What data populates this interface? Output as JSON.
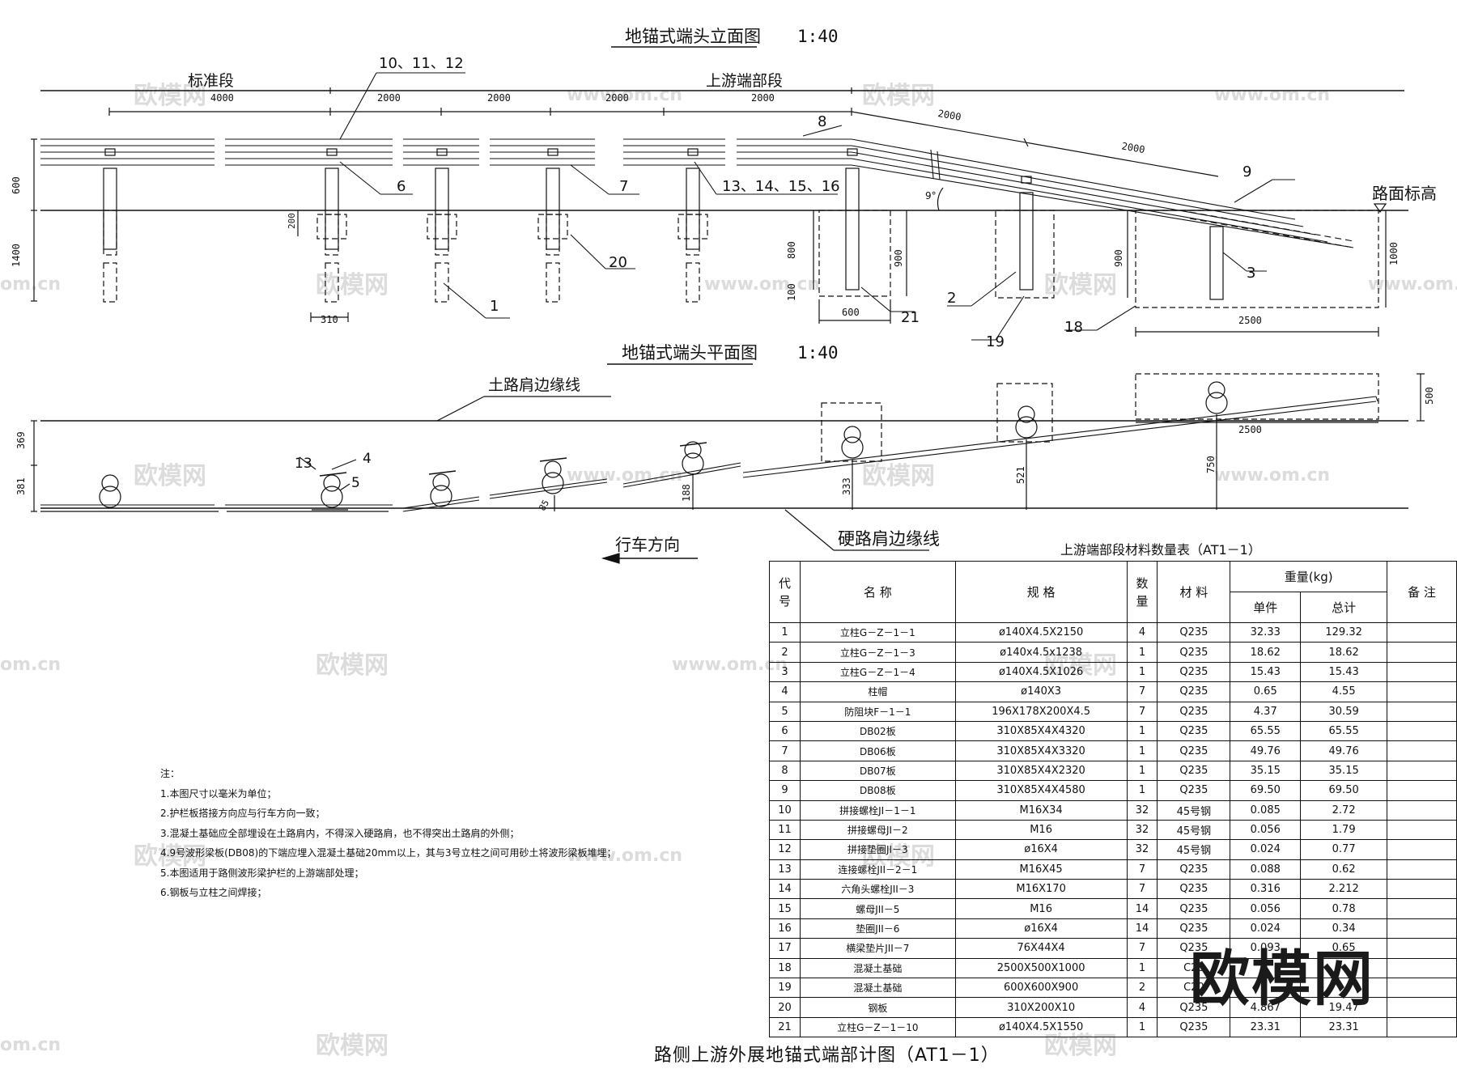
{
  "elevation": {
    "title": "地锚式端头立面图",
    "scale": "1:40",
    "segment_std": "标准段",
    "segment_up": "上游端部段",
    "dims_top": [
      "4000",
      "2000",
      "2000",
      "2000",
      "2000",
      "2000",
      "2000"
    ],
    "dim_600": "600",
    "dim_1400": "1400",
    "dim_200": "200",
    "dim_310": "310",
    "dim_800": "800",
    "dim_100": "100",
    "dim_900a": "900",
    "dim_600b": "600",
    "dim_900b": "900",
    "dim_1000": "1000",
    "dim_2500": "2500",
    "angle": "9°",
    "road_level": "路面标高",
    "callouts": [
      "10、11、12",
      "8",
      "6",
      "7",
      "13、14、15、16",
      "9",
      "20",
      "1",
      "21",
      "2",
      "19",
      "18",
      "3"
    ]
  },
  "plan": {
    "title": "地锚式端头平面图",
    "scale": "1:40",
    "soil_edge": "土路肩边缘线",
    "hard_edge": "硬路肩边缘线",
    "direction": "行车方向",
    "dim_369": "369",
    "dim_381": "381",
    "dim_500": "500",
    "dim_2500": "2500",
    "offsets": [
      "85",
      "188",
      "333",
      "521",
      "750"
    ],
    "callouts": [
      "13",
      "4",
      "5"
    ]
  },
  "table": {
    "title": "上游端部段材料数量表（AT1－1）",
    "headers": {
      "code": "代\n号",
      "name": "名 称",
      "spec": "规 格",
      "qty": "数\n量",
      "material": "材 料",
      "weight": "重量(kg)",
      "unit": "单件",
      "total": "总计",
      "remark": "备 注"
    },
    "rows": [
      [
        "1",
        "立柱G－Z－1－1",
        "ø140X4.5X2150",
        "4",
        "Q235",
        "32.33",
        "129.32"
      ],
      [
        "2",
        "立柱G－Z－1－3",
        "ø140x4.5x1238",
        "1",
        "Q235",
        "18.62",
        "18.62"
      ],
      [
        "3",
        "立柱G－Z－1－4",
        "ø140X4.5X1026",
        "1",
        "Q235",
        "15.43",
        "15.43"
      ],
      [
        "4",
        "柱帽",
        "ø140X3",
        "7",
        "Q235",
        "0.65",
        "4.55"
      ],
      [
        "5",
        "防阻块F－1－1",
        "196X178X200X4.5",
        "7",
        "Q235",
        "4.37",
        "30.59"
      ],
      [
        "6",
        "DB02板",
        "310X85X4X4320",
        "1",
        "Q235",
        "65.55",
        "65.55"
      ],
      [
        "7",
        "DB06板",
        "310X85X4X3320",
        "1",
        "Q235",
        "49.76",
        "49.76"
      ],
      [
        "8",
        "DB07板",
        "310X85X4X2320",
        "1",
        "Q235",
        "35.15",
        "35.15"
      ],
      [
        "9",
        "DB08板",
        "310X85X4X4580",
        "1",
        "Q235",
        "69.50",
        "69.50"
      ],
      [
        "10",
        "拼接螺栓JI－1－1",
        "M16X34",
        "32",
        "45号钢",
        "0.085",
        "2.72"
      ],
      [
        "11",
        "拼接螺母JI－2",
        "M16",
        "32",
        "45号钢",
        "0.056",
        "1.79"
      ],
      [
        "12",
        "拼接垫圈JI－3",
        "ø16X4",
        "32",
        "45号钢",
        "0.024",
        "0.77"
      ],
      [
        "13",
        "连接螺栓JII－2－1",
        "M16X45",
        "7",
        "Q235",
        "0.088",
        "0.62"
      ],
      [
        "14",
        "六角头螺栓JII－3",
        "M16X170",
        "7",
        "Q235",
        "0.316",
        "2.212"
      ],
      [
        "15",
        "螺母JII－5",
        "M16",
        "14",
        "Q235",
        "0.056",
        "0.78"
      ],
      [
        "16",
        "垫圈JII－6",
        "ø16X4",
        "14",
        "Q235",
        "0.024",
        "0.34"
      ],
      [
        "17",
        "横梁垫片JII－7",
        "76X44X4",
        "7",
        "Q235",
        "0.093",
        "0.65"
      ],
      [
        "18",
        "混凝土基础",
        "2500X500X1000",
        "1",
        "C20",
        "",
        ""
      ],
      [
        "19",
        "混凝土基础",
        "600X600X900",
        "2",
        "C20",
        "",
        ""
      ],
      [
        "20",
        "钢板",
        "310X200X10",
        "4",
        "Q235",
        "4.867",
        "19.47"
      ],
      [
        "21",
        "立柱G－Z－1－10",
        "ø140X4.5X1550",
        "1",
        "Q235",
        "23.31",
        "23.31"
      ]
    ]
  },
  "notes": {
    "heading": "注：",
    "lines": [
      "1.本图尺寸以毫米为单位；",
      "2.护栏板搭接方向应与行车方向一致；",
      "3.混凝土基础应全部埋设在土路肩内，不得深入硬路肩，也不得突出土路肩的外侧；",
      "4.9号波形梁板(DB08)的下端应埋入混凝土基础20mm以上，其与3号立柱之间可用砂土将波形梁板堆埋；",
      "5.本图适用于路侧波形梁护栏的上游端部处理；",
      "6.钢板与立柱之间焊接；"
    ]
  },
  "bottom_title": "路侧上游外展地锚式端部计图（AT1－1）",
  "watermarks": {
    "brand": "欧模网",
    "site": "www.om.cn",
    "site_short": "om.cn"
  }
}
